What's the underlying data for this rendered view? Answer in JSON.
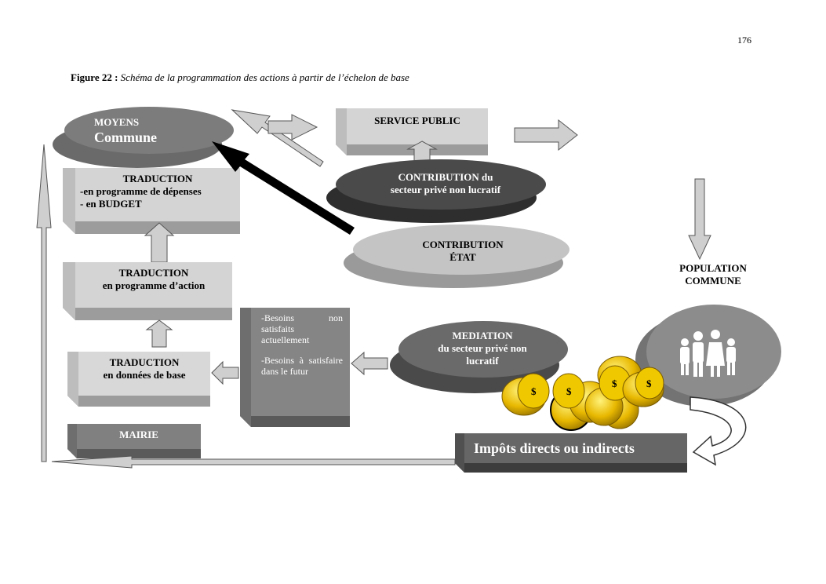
{
  "page_number": "176",
  "caption": {
    "label": "Figure 22 :",
    "text": "Schéma de la programmation des actions à partir de l’échelon de base"
  },
  "boxes": {
    "moyens": {
      "line1": "MOYENS",
      "line2": "Commune"
    },
    "traduction_budget": {
      "line1": "TRADUCTION",
      "line2": "-en programme de dépenses",
      "line3": "- en BUDGET"
    },
    "traduction_action": {
      "line1": "TRADUCTION",
      "line2": "en programme d’action"
    },
    "traduction_base": {
      "line1": "TRADUCTION",
      "line2": "en données de base"
    },
    "mairie": "MAIRIE",
    "service_public": "SERVICE PUBLIC",
    "contribution_prive": {
      "line1": "CONTRIBUTION du",
      "line2": "secteur privé non lucratif"
    },
    "contribution_etat": {
      "line1": "CONTRIBUTION",
      "line2": "ÉTAT"
    },
    "population": {
      "line1": "POPULATION",
      "line2": "COMMUNE"
    },
    "mediation": {
      "line1": "MEDIATION",
      "line2": "du secteur privé non",
      "line3": "lucratif"
    },
    "besoins": {
      "item1": "-Besoins non satisfaits actuellement",
      "item2": "-Besoins à satisfaire dans le futur"
    },
    "impots": "Impôts directs ou indirects"
  },
  "coins": {
    "symbol": "$"
  },
  "colors": {
    "light_box": "#d2d2d2",
    "mid_box": "#8c8c8c",
    "dark_ellipse": "#444444",
    "gold": "#e8b800"
  }
}
